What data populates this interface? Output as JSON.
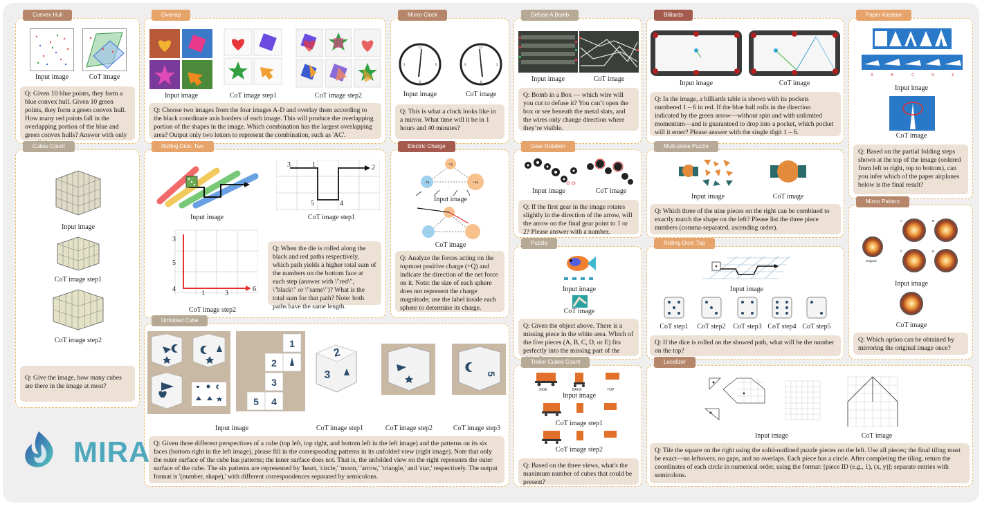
{
  "brand": {
    "name": "MIRA"
  },
  "panels": {
    "convex_hull": {
      "title": "Convex Hull",
      "captions": [
        "Input image",
        "CoT image"
      ],
      "question": "Q: Given 10 blue points, they form a blue convex hull. Given 10 green points, they form a green convex hull. How many red points fall in the overlapping portion of the blue and green convex hulls? Answer with only one digit."
    },
    "overlap": {
      "title": "Overlap",
      "captions": [
        "Input image",
        "CoT image step1",
        "CoT image step2"
      ],
      "question": "Q: Choose two images from the four images A-D and overlay them according to the black coordinate axis borders of each image. This will produce the overlapping portion of the shapes in the image. Which combination has the largest overlapping area? Output only two letters to represent the combination, such as 'AC'."
    },
    "mirror_clock": {
      "title": "Mirror Clock",
      "captions": [
        "Input image",
        "CoT image"
      ],
      "question": "Q: This is what a clock looks like in a mirror. What time will it be in 1 hours and 40 minutes?"
    },
    "defuse_bomb": {
      "title": "Defuse A Bomb",
      "captions": [
        "Input image",
        "CoT image"
      ],
      "question": "Q: Bomb in a Box — which wire will you cut to defuse it? You can’t open the box or see beneath the metal slats, and the wires only change direction where they’re visible."
    },
    "billiards": {
      "title": "Billiards",
      "captions": [
        "Input image",
        "CoT image"
      ],
      "question": "Q: In the image, a billiards table is shown with its pockets numbered 1 – 6 in red. If the blue ball rolls in the direction indicated by the green arrow—without spin and with unlimited momentum—and is guaranteed to drop into a pocket, which pocket will it enter? Please answer with the single digit 1 – 6."
    },
    "paper_airplane": {
      "title": "Paper Airplane",
      "captions": [
        "Input image",
        "CoT image"
      ],
      "option_letters": [
        "A",
        "B",
        "C",
        "D",
        "E"
      ],
      "question": "Q: Based on the partial folding steps shown at the top of the image (ordered from left to right, top to bottom), can you infer which of the paper airplanes below is the final result?"
    },
    "cubes_count": {
      "title": "Cubes Count",
      "captions": [
        "Input image",
        "CoT image step1",
        "CoT image step2"
      ],
      "question": "Q: Give the image, how many cubes are there in the image at most?"
    },
    "rolling_dice_two": {
      "title": "Rolling Dice: Two",
      "captions": [
        "Input image",
        "CoT image step1",
        "CoT image step2"
      ],
      "grid1_labels": [
        "3",
        "1",
        "2",
        "5",
        "4"
      ],
      "grid2_labels": [
        "3",
        "5",
        "4",
        "1",
        "3",
        "6"
      ],
      "question": "Q: When the die is rolled along the black and red paths respectively, which path yields a higher total sum of the numbers on the bottom face at each step (answer with \\\"red\\\", \\\"black\\\" or \\\"same\\\")? What is the total sum for that path? Note: both paths have the same length."
    },
    "electric_charge": {
      "title": "Electric Charge",
      "captions": [
        "Input image",
        "CoT image"
      ],
      "charges": [
        "+Q",
        "-4q",
        "+4q"
      ],
      "question": "Q: Analyze the forces acting on the topmost positive charge (+Q) and indicate the direction of the net force on it. Note: the size of each sphere does not represent the charge magnitude; use the label inside each sphere to determine its charge."
    },
    "gear_rotation": {
      "title": "Gear Rotation",
      "captions": [
        "Input image",
        "CoT image"
      ],
      "question": "Q: If the first gear in the image rotates slightly in the direction of the arrow, will the arrow on the final gear point to 1 or 2? Please answer with a number."
    },
    "multi_piece_puzzle": {
      "title": "Multi-piece Puzzle",
      "captions": [
        "Input image",
        "CoT image"
      ],
      "question": "Q: Which three of the nine pieces on the right can be combined to exactly match the shape on the left? Please list the three piece numbers (comma-separated, ascending order)."
    },
    "mirror_pattern": {
      "title": "Mirror Pattern",
      "captions": [
        "Input image",
        "CoT image"
      ],
      "labels": [
        "Original",
        "A",
        "B",
        "C",
        "D"
      ],
      "question": "Q: Which option can be obtained by mirroring the original image once?"
    },
    "puzzle": {
      "title": "Puzzle",
      "captions": [
        "Input image",
        "CoT image"
      ],
      "question": "Q: Given the object above. There is a missing piece in the white area. Which of the five pieces (A, B, C, D, or E) fits perfectly into the missing part of the object?"
    },
    "rolling_dice_top": {
      "title": "Rolling Dice: Top",
      "captions": [
        "Input image",
        "CoT  step1",
        "CoT  step2",
        "CoT  step3",
        "CoT  step4",
        "CoT  step5"
      ],
      "question": "Q: If the dice is rolled on the showed path, what will be the number on the top?"
    },
    "unfolded_cube": {
      "title": "Unfolded Cube",
      "captions": [
        "Input image",
        "CoT image step1",
        "CoT image step2",
        "CoT image step3"
      ],
      "net_digits": [
        "1",
        "2",
        "3",
        "5",
        "4"
      ],
      "cube_digits": [
        "2",
        "3"
      ],
      "question": "Q: Given three different perspectives of a cube (top left, top right, and bottom left in the left image) and the patterns on its six faces (bottom right in the left image), please fill in the corresponding patterns in its unfolded view (right image). Note that only the outer surface of the cube has patterns; the inner surface does not. That is, the unfolded view on the right represents the outer surface of the cube. The six patterns are represented by 'heart, 'circle,' 'moon,' 'arrow,' 'triangle,' and 'star,' respectively. The output format is '(number, shape),' with different correspondences separated by semicolons."
    },
    "trailer_cubes": {
      "title": "Trailer Cubes Count",
      "captions": [
        "Input image",
        "CoT image step1",
        "CoT image step2"
      ],
      "view_labels": [
        "SIDE",
        "BACK",
        "TOP"
      ],
      "question": "Q: Based on the three views, what's the maximum number of cubes that could be present?"
    },
    "localizer": {
      "title": "Localizer",
      "captions": [
        "Input image",
        "CoT image"
      ],
      "question": "Q: Tile the square on the right using the solid-outlined puzzle pieces on the left. Use all pieces; the final tiling must be exact—no leftovers, no gaps, and no overlaps. Each piece has a circle. After completing the tiling, return the coordinates of each circle in numerical order, using the format: [piece ID (e.g., 1), (x, y)]; separate entries with semicolons."
    }
  },
  "colors": {
    "frame": "#efefef",
    "panel_border": "#e8b86a",
    "question_bg": "#ede0d5",
    "title_brown": "#b5866a",
    "title_orange": "#e6a36a",
    "title_red": "#a45a4d",
    "logo": "#4fa8bc"
  }
}
